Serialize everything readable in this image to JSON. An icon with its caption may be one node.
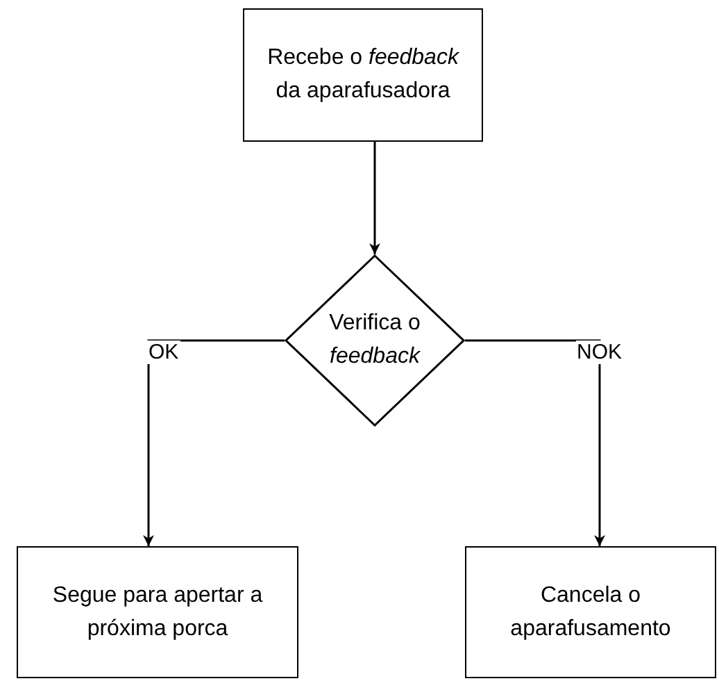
{
  "diagram": {
    "nodes": [
      {
        "text": [
          "Recebe o *feedback* da aparafusadora"
        ]
      },
      {
        "text": [
          "Verifica o *feedback*"
        ]
      },
      {
        "text": [
          "Segue para apertar a próxima porca"
        ]
      },
      {
        "text": [
          "Cancela o aparafusamento"
        ]
      }
    ],
    "edges": [
      {
        "from": 0,
        "to": 1,
        "arrow": "to"
      },
      {
        "from": 1,
        "to": 2,
        "arrow": "to",
        "label": "OK"
      },
      {
        "from": 1,
        "to": 3,
        "arrow": "to",
        "label": "NOK"
      }
    ]
  }
}
